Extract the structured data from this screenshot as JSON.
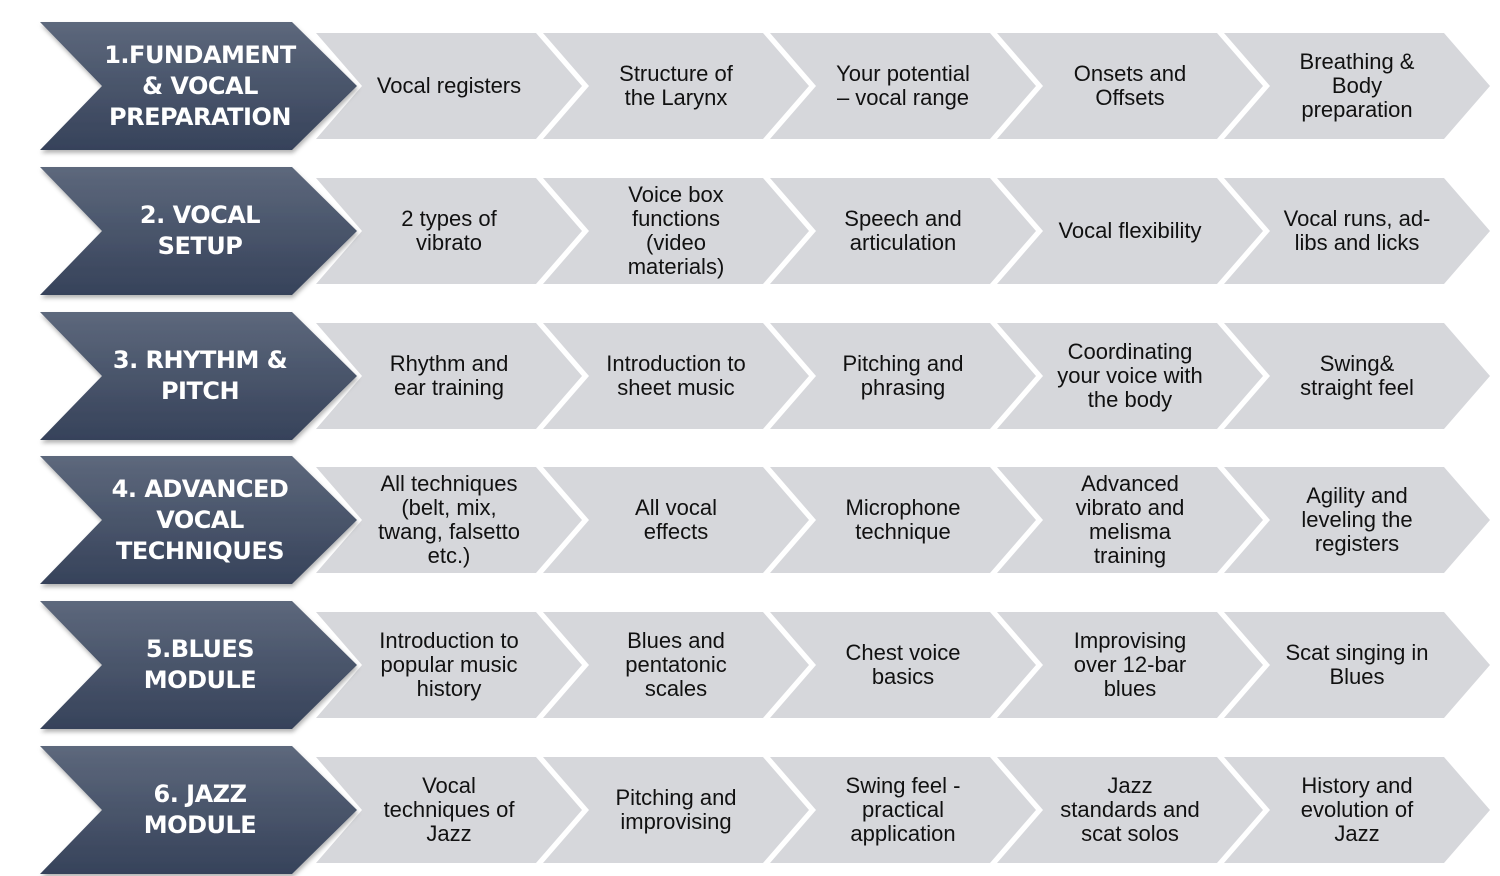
{
  "colors": {
    "module_top": "#5d687c",
    "module_bottom": "#36425a",
    "topic": "#d6d7db",
    "topic_text": "#111111",
    "module_text": "#ffffff"
  },
  "rows": [
    {
      "module": "1.FUNDAMENT\n& VOCAL\nPREPARATION",
      "topics": [
        "Vocal registers",
        "Structure of\nthe Larynx",
        "Your potential\n– vocal range",
        "Onsets and\nOffsets",
        "Breathing &\nBody\npreparation"
      ]
    },
    {
      "module": "2. VOCAL\nSETUP",
      "topics": [
        "2 types of\nvibrato",
        "Voice box\nfunctions\n(video\nmaterials)",
        "Speech and\narticulation",
        "Vocal flexibility",
        "Vocal runs, ad-\nlibs and licks"
      ]
    },
    {
      "module": "3. RHYTHM &\nPITCH",
      "topics": [
        "Rhythm and\near training",
        "Introduction to\nsheet music",
        "Pitching and\nphrasing",
        "Coordinating\nyour voice with\nthe body",
        "Swing&\nstraight feel"
      ]
    },
    {
      "module": "4. ADVANCED\nVOCAL\nTECHNIQUES",
      "topics": [
        "All techniques\n(belt, mix,\ntwang, falsetto\netc.)",
        "All vocal\neffects",
        "Microphone\ntechnique",
        "Advanced\nvibrato and\nmelisma\ntraining",
        "Agility and\nleveling the\nregisters"
      ]
    },
    {
      "module": "5.BLUES\nMODULE",
      "topics": [
        "Introduction to\npopular music\nhistory",
        "Blues and\npentatonic\nscales",
        "Chest voice\nbasics",
        "Improvising\nover 12-bar\nblues",
        "Scat singing in\nBlues"
      ]
    },
    {
      "module": "6. JAZZ\nMODULE",
      "topics": [
        "Vocal\ntechniques of\nJazz",
        "Pitching and\nimprovising",
        "Swing feel -\npractical\napplication",
        "Jazz\nstandards and\nscat solos",
        "History and\nevolution of\nJazz"
      ]
    }
  ]
}
